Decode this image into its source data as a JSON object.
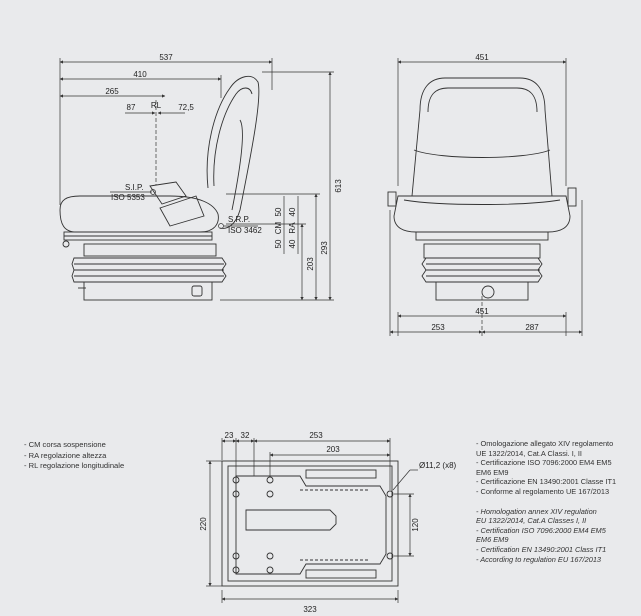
{
  "side_view": {
    "dims": {
      "length_total": "537",
      "length_back": "410",
      "length_mid": "265",
      "rl_left": "87",
      "rl_label": "RL",
      "rl_right": "72,5",
      "height_total": "613",
      "height_srp": "293",
      "height_base": "203"
    },
    "labels": {
      "sip": "S.I.P.",
      "iso_sip": "ISO 5353",
      "srp": "S.R.P.",
      "iso_srp": "ISO 3462",
      "cm_label": "CM",
      "cm_top": "50",
      "cm_bottom": "50",
      "ra_label": "RA",
      "ra_top": "40",
      "ra_bottom": "40"
    }
  },
  "front_view": {
    "dims": {
      "width_top": "451",
      "width_bottom": "451",
      "left": "253",
      "right": "287"
    }
  },
  "base_plate": {
    "dims": {
      "d23": "23",
      "d32": "32",
      "d253": "253",
      "d203": "203",
      "hole": "Ø11,2 (x8)",
      "h220": "220",
      "h120": "120",
      "w323": "323"
    }
  },
  "legend": [
    "- CM corsa sospensione",
    "- RA regolazione altezza",
    "- RL regolazione longitudinale"
  ],
  "notes_it": [
    "- Omologazione allegato XIV regolamento",
    "UE 1322/2014, Cat.A Classi. I, II",
    "- Certificazione ISO 7096:2000 EM4 EM5",
    "EM6 EM9",
    "- Certificazione EN 13490:2001 Classe IT1",
    "- Conforme al regolamento UE 167/2013"
  ],
  "notes_en": [
    "- Homologation annex XIV regulation",
    "EU 1322/2014, Cat.A Classes I, II",
    "- Certification ISO 7096:2000 EM4 EM5",
    "EM6 EM9",
    "- Certification EN 13490:2001 Class IT1",
    "- According to regulation EU 167/2013"
  ],
  "colors": {
    "background": "#e9eaec",
    "line": "#333333"
  }
}
